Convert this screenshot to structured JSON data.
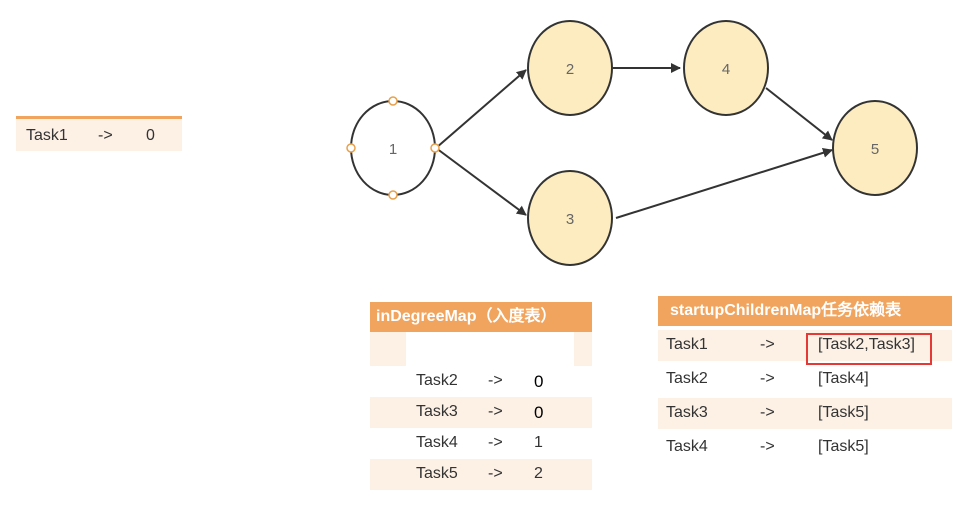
{
  "left_row": {
    "task": "Task1",
    "arrow": "->",
    "value": "0"
  },
  "graph": {
    "nodes": [
      "1",
      "2",
      "3",
      "4",
      "5"
    ]
  },
  "indegree_table": {
    "title": "inDegreeMap（入度表）",
    "rows": [
      {
        "task": "Task2",
        "arrow": "->",
        "value": "0"
      },
      {
        "task": "Task3",
        "arrow": "->",
        "value": "0"
      },
      {
        "task": "Task4",
        "arrow": "->",
        "value": "1"
      },
      {
        "task": "Task5",
        "arrow": "->",
        "value": "2"
      }
    ]
  },
  "children_table": {
    "title": "startupChildrenMap任务依赖表",
    "rows": [
      {
        "task": "Task1",
        "arrow": "->",
        "value": "[Task2,Task3]"
      },
      {
        "task": "Task2",
        "arrow": "->",
        "value": "[Task4]"
      },
      {
        "task": "Task3",
        "arrow": "->",
        "value": "[Task5]"
      },
      {
        "task": "Task4",
        "arrow": "->",
        "value": "[Task5]"
      }
    ]
  },
  "colors": {
    "header": "#f0a45e",
    "row_shade": "#fdf1e6",
    "node_fill": "#fcecc0",
    "highlight": "#e53935"
  }
}
